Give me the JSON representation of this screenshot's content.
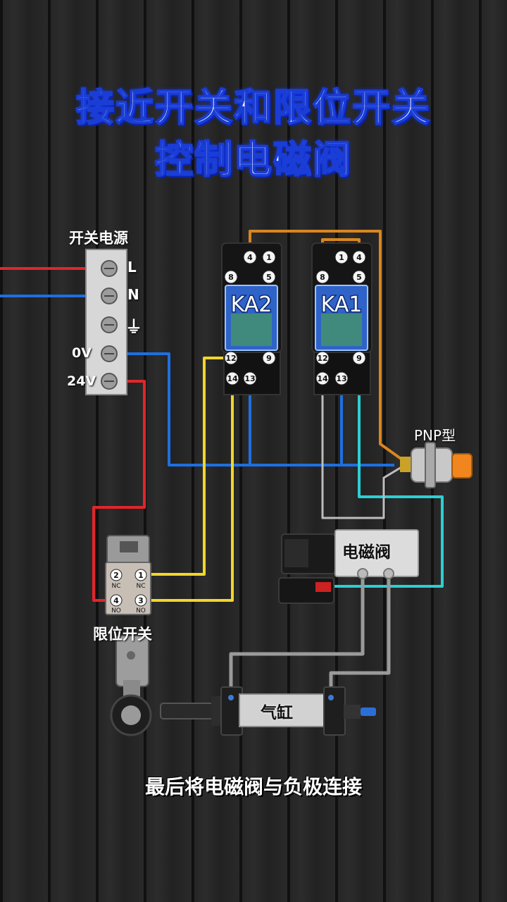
{
  "title": {
    "line1": "接近开关和限位开关",
    "line2": "控制电磁阀"
  },
  "power": {
    "label": "开关电源",
    "terminals": [
      "L",
      "N",
      "⏚",
      "0V",
      "24V"
    ]
  },
  "relays": [
    {
      "name": "KA2",
      "top_pins": [
        "4",
        "1",
        "8",
        "5"
      ],
      "bottom_pins": [
        "12",
        "9",
        "14",
        "13"
      ]
    },
    {
      "name": "KA1",
      "top_pins": [
        "1",
        "4",
        "8",
        "5"
      ],
      "bottom_pins": [
        "12",
        "9",
        "14",
        "13"
      ]
    }
  ],
  "sensor": {
    "label": "PNP型"
  },
  "valve": {
    "label": "电磁阀"
  },
  "limit_switch": {
    "label": "限位开关",
    "pins": [
      "2",
      "1",
      "4",
      "3"
    ],
    "pin_labels": [
      "NC",
      "NC",
      "NO",
      "NO"
    ]
  },
  "cylinder": {
    "label": "气缸"
  },
  "caption": "最后将电磁阀与负极连接",
  "colors": {
    "wire_live": "#e0262b",
    "wire_neutral": "#1e6fe0",
    "wire_signal": "#f2d52a",
    "wire_sensor": "#d9861e",
    "wire_valve": "#2ccfd3",
    "wire_neg": "#bdbdbd",
    "title_outline": "#1a3dd6"
  }
}
